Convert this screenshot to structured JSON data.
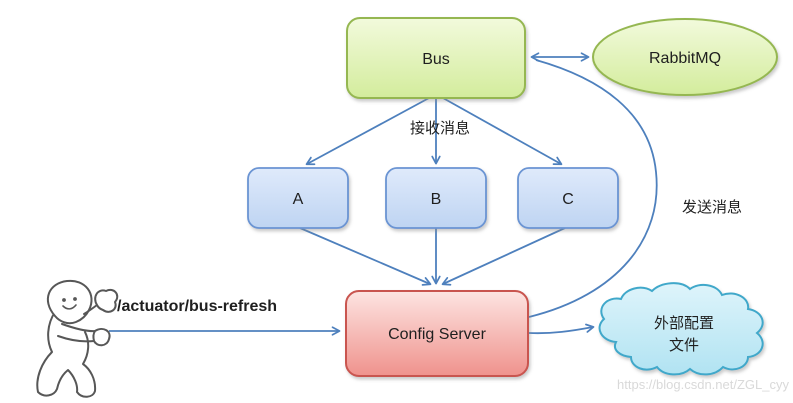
{
  "colors": {
    "green-light": "#f2fadc",
    "green-dark": "#d3ec9c",
    "green-border": "#95b751",
    "blue-light": "#dfeafb",
    "blue-dark": "#bed4f2",
    "blue-border": "#6b94d3",
    "pink-light": "#fde4e1",
    "pink-dark": "#ef928c",
    "pink-border": "#c9544f",
    "cloud-light": "#def4fb",
    "cloud-dark": "#b1e3f2",
    "cloud-border": "#41a8ca",
    "arrow": "#4e80bd",
    "text": "#1f1f1f",
    "watermark": "#d9d9d9",
    "figure": "#575757"
  },
  "nodes": {
    "bus": {
      "label": "Bus"
    },
    "rabbitmq": {
      "label": "RabbitMQ"
    },
    "a": {
      "label": "A"
    },
    "b": {
      "label": "B"
    },
    "c": {
      "label": "C"
    },
    "config_server": {
      "label": "Config Server"
    },
    "external_config": {
      "line1": "外部配置",
      "line2": "文件"
    }
  },
  "labels": {
    "receive": "接收消息",
    "send": "发送消息",
    "endpoint": "/actuator/bus-refresh"
  },
  "watermark": "https://blog.csdn.net/ZGL_cyy"
}
